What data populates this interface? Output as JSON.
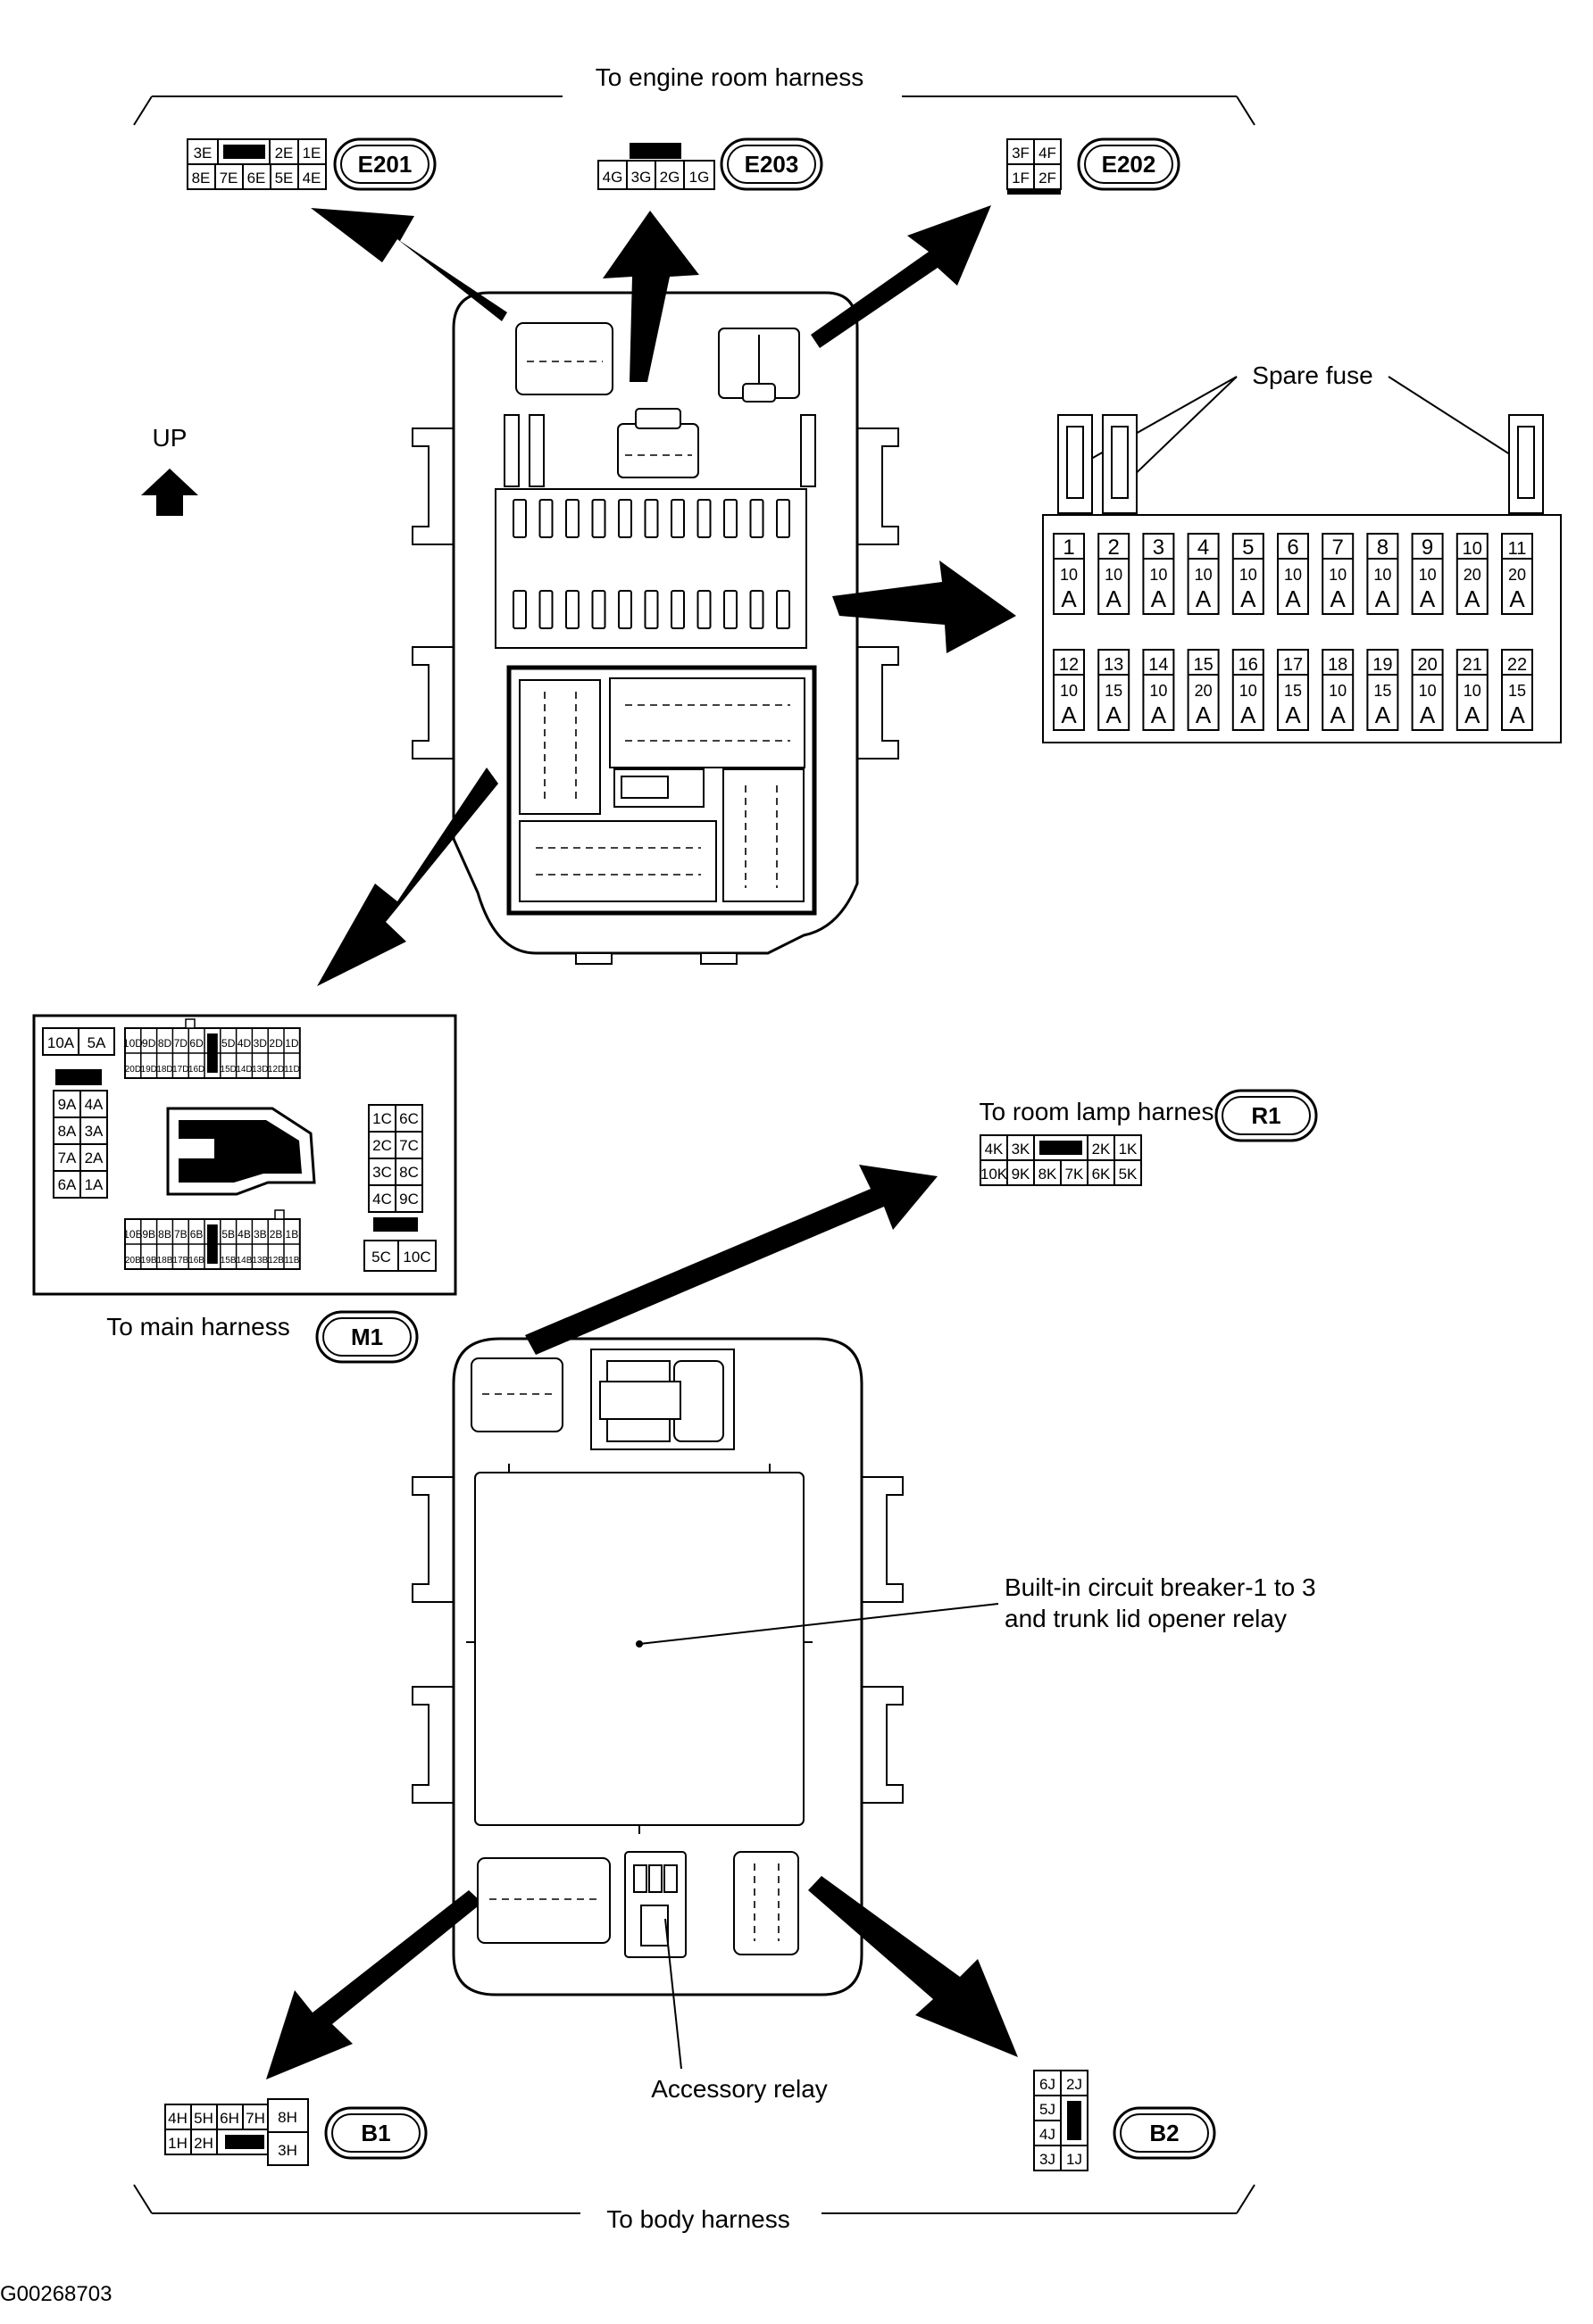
{
  "labels": {
    "engine_room": "To engine room harness",
    "spare_fuse": "Spare fuse",
    "up": "UP",
    "room_lamp": "To room lamp harness",
    "main_harness": "To main harness",
    "breaker_line1": "Built-in circuit breaker-1 to 3",
    "breaker_line2": "and trunk lid opener relay",
    "accessory_relay": "Accessory relay",
    "body_harness": "To body harness",
    "figure_id": "G00268703"
  },
  "connector_ids": {
    "e201": "E201",
    "e203": "E203",
    "e202": "E202",
    "r1": "R1",
    "m1": "M1",
    "b1": "B1",
    "b2": "B2"
  },
  "pins": {
    "e201_top": [
      "3E",
      "",
      "2E",
      "1E"
    ],
    "e201_bottom": [
      "8E",
      "7E",
      "6E",
      "5E",
      "4E"
    ],
    "e203_bottom": [
      "4G",
      "3G",
      "2G",
      "1G"
    ],
    "e202_top": [
      "3F",
      "4F"
    ],
    "e202_bottom": [
      "1F",
      "2F"
    ],
    "r1_top": [
      "4K",
      "3K",
      "",
      "2K",
      "1K"
    ],
    "r1_bottom": [
      "10K",
      "9K",
      "8K",
      "7K",
      "6K",
      "5K"
    ],
    "b1_top": [
      "4H",
      "5H",
      "6H",
      "7H",
      "8H"
    ],
    "b1_bottom": [
      "1H",
      "2H",
      "",
      "3H"
    ],
    "b2_left": [
      "6J",
      "5J",
      "4J",
      "3J"
    ],
    "b2_right": [
      "2J",
      "",
      "1J"
    ],
    "m1_a_left": [
      "10A",
      "5A"
    ],
    "m1_a_col": [
      [
        "9A",
        "4A"
      ],
      [
        "8A",
        "3A"
      ],
      [
        "7A",
        "2A"
      ],
      [
        "6A",
        "1A"
      ]
    ],
    "m1_d_top": [
      "10D",
      "9D",
      "8D",
      "7D",
      "6D",
      "",
      "5D",
      "4D",
      "3D",
      "2D",
      "1D"
    ],
    "m1_d_bottom": [
      "20D",
      "19D",
      "18D",
      "17D",
      "16D",
      "",
      "15D",
      "14D",
      "13D",
      "12D",
      "11D"
    ],
    "m1_c": [
      [
        "1C",
        "6C"
      ],
      [
        "2C",
        "7C"
      ],
      [
        "3C",
        "8C"
      ],
      [
        "4C",
        "9C"
      ]
    ],
    "m1_c_bottom": [
      "5C",
      "10C"
    ],
    "m1_b_top": [
      "10B",
      "9B",
      "8B",
      "7B",
      "6B",
      "",
      "5B",
      "4B",
      "3B",
      "2B",
      "1B"
    ],
    "m1_b_bottom": [
      "20B",
      "19B",
      "18B",
      "17B",
      "16B",
      "",
      "15B",
      "14B",
      "13B",
      "12B",
      "11B"
    ]
  },
  "fuses": {
    "row1": [
      {
        "no": "1",
        "amp": "10"
      },
      {
        "no": "2",
        "amp": "10"
      },
      {
        "no": "3",
        "amp": "10"
      },
      {
        "no": "4",
        "amp": "10"
      },
      {
        "no": "5",
        "amp": "10"
      },
      {
        "no": "6",
        "amp": "10"
      },
      {
        "no": "7",
        "amp": "10"
      },
      {
        "no": "8",
        "amp": "10"
      },
      {
        "no": "9",
        "amp": "10"
      },
      {
        "no": "10",
        "amp": "20"
      },
      {
        "no": "11",
        "amp": "20"
      }
    ],
    "row2": [
      {
        "no": "12",
        "amp": "10"
      },
      {
        "no": "13",
        "amp": "15"
      },
      {
        "no": "14",
        "amp": "10"
      },
      {
        "no": "15",
        "amp": "20"
      },
      {
        "no": "16",
        "amp": "10"
      },
      {
        "no": "17",
        "amp": "15"
      },
      {
        "no": "18",
        "amp": "10"
      },
      {
        "no": "19",
        "amp": "15"
      },
      {
        "no": "20",
        "amp": "10"
      },
      {
        "no": "21",
        "amp": "10"
      },
      {
        "no": "22",
        "amp": "15"
      }
    ],
    "unit": "A"
  }
}
